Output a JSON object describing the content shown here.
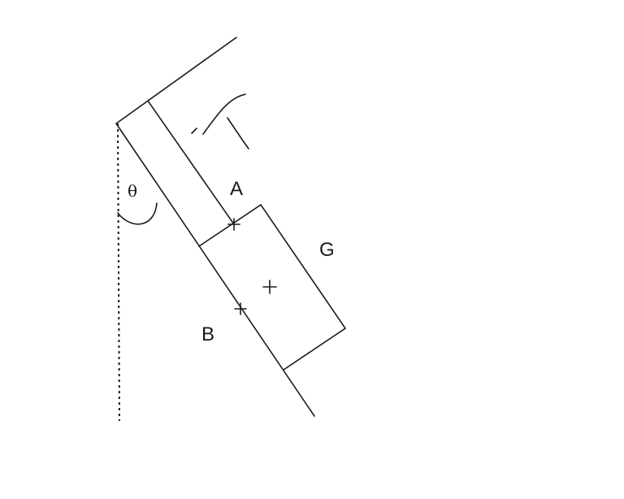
{
  "labels": {
    "theta": "θ",
    "A": "A",
    "B": "B",
    "G": "G"
  }
}
